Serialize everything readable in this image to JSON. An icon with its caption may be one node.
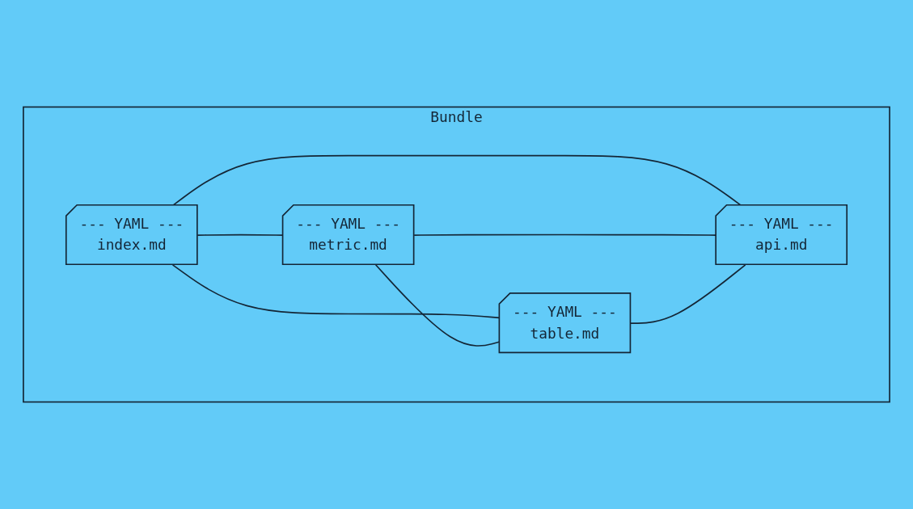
{
  "diagram": {
    "nodes": [
      {
        "text": [
          "Bundle"
        ]
      },
      {
        "text": [
          "--- YAML ---",
          "index.md"
        ],
        "in": 0
      },
      {
        "text": [
          "--- YAML ---",
          "metric.md"
        ],
        "in": 0
      },
      {
        "text": [
          "--- YAML ---",
          "table.md"
        ],
        "in": 0
      },
      {
        "text": [
          "--- YAML ---",
          "api.md"
        ],
        "in": 0
      }
    ],
    "edges": [
      {
        "from": 1,
        "to": 2,
        "arrow": "none"
      },
      {
        "from": 1,
        "to": 3,
        "arrow": "none"
      },
      {
        "from": 1,
        "to": 4,
        "arrow": "none"
      },
      {
        "from": 2,
        "to": 3,
        "arrow": "none"
      },
      {
        "from": 2,
        "to": 4,
        "arrow": "none"
      },
      {
        "from": 3,
        "to": 4,
        "arrow": "none"
      }
    ]
  }
}
